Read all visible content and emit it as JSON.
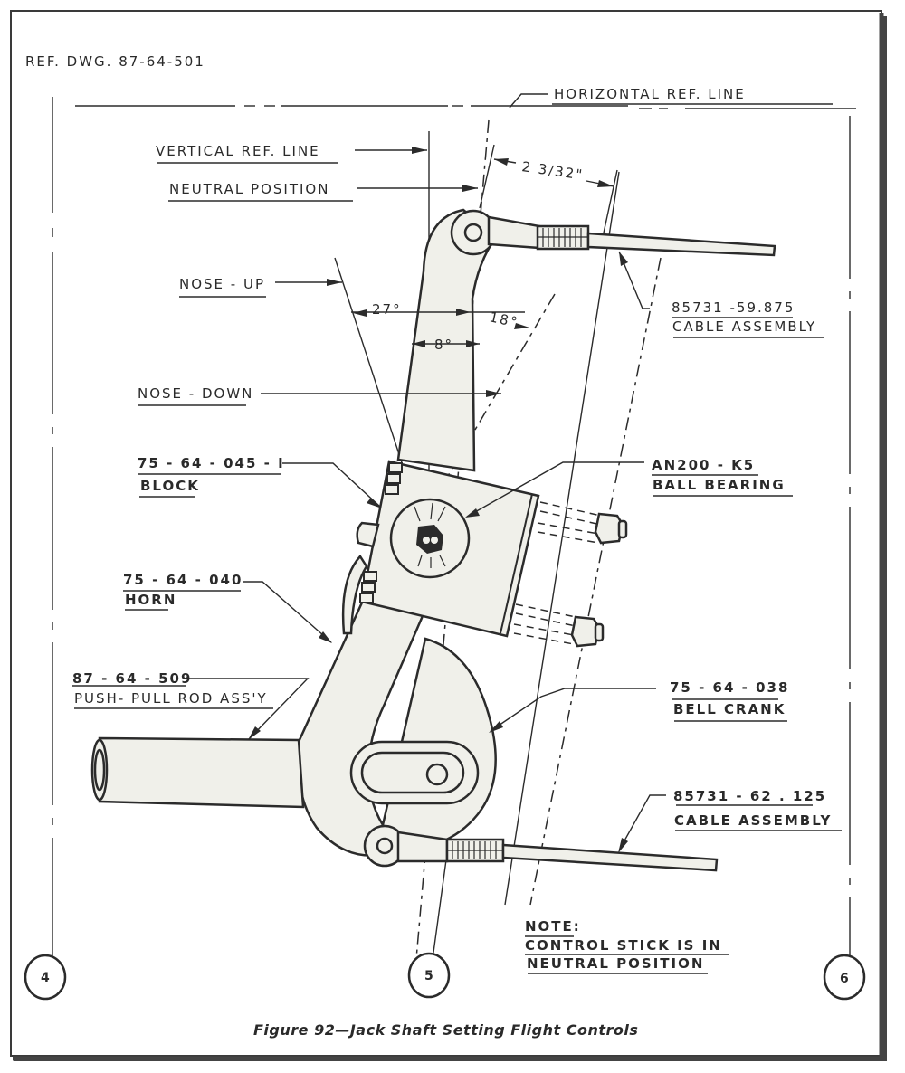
{
  "drawing": {
    "ref_dwg": "REF. DWG. 87-64-501",
    "caption": "Figure 92—Jack Shaft Setting Flight Controls"
  },
  "reference_lines": {
    "horizontal": "HORIZONTAL REF. LINE",
    "vertical": "VERTICAL REF. LINE",
    "neutral": "NEUTRAL POSITION",
    "nose_up": "NOSE - UP",
    "nose_down": "NOSE - DOWN"
  },
  "dimensions": {
    "offset": "2 3/32\"",
    "angle_nose_up": "27°",
    "angle_nose_down": "18°",
    "angle_neutral": "8°"
  },
  "callouts": [
    {
      "part_no": "85731 -59.875",
      "name": "CABLE ASSEMBLY"
    },
    {
      "part_no": "75 - 64 - 045 - I",
      "name": "BLOCK"
    },
    {
      "part_no": "AN200 - K5",
      "name": "BALL BEARING"
    },
    {
      "part_no": "75 - 64 - 040",
      "name": "HORN"
    },
    {
      "part_no": "87 - 64 - 509",
      "name": "PUSH- PULL ROD ASS'Y"
    },
    {
      "part_no": "75 - 64 - 038",
      "name": "BELL CRANK"
    },
    {
      "part_no": "85731 - 62 . 125",
      "name": "CABLE ASSEMBLY"
    }
  ],
  "note": {
    "title": "NOTE:",
    "line1": "CONTROL STICK IS IN",
    "line2": "NEUTRAL POSITION"
  },
  "station_markers": [
    "4",
    "5",
    "6"
  ]
}
